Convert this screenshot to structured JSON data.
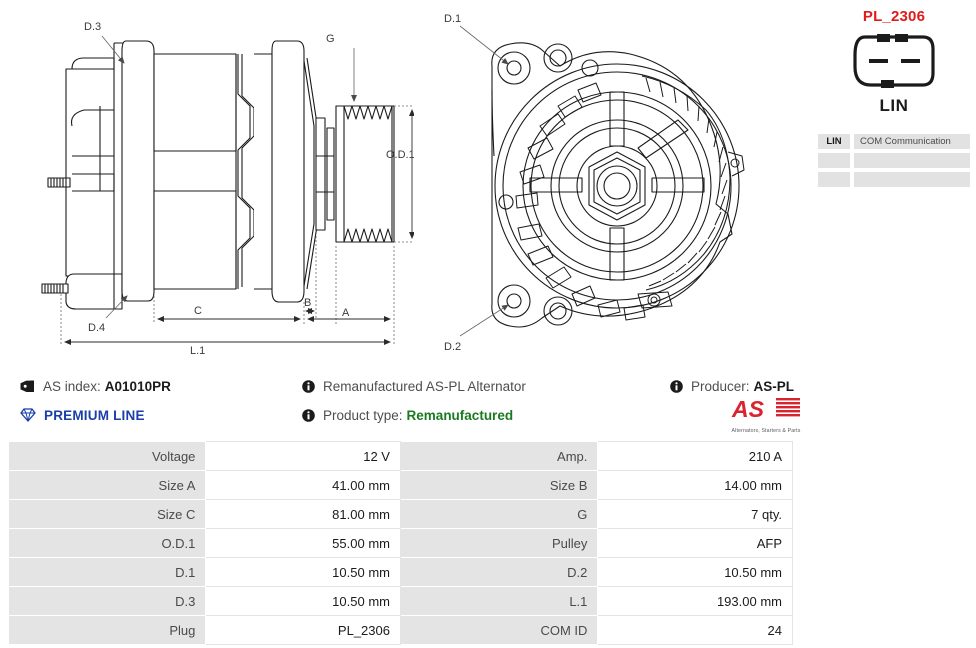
{
  "plug": {
    "code": "PL_2306",
    "name": "LIN",
    "icon": "connector-plug-icon",
    "pins": [
      {
        "key": "LIN",
        "desc": "COM Communication"
      },
      {
        "key": "",
        "desc": ""
      },
      {
        "key": "",
        "desc": ""
      }
    ]
  },
  "info": {
    "as_index_label": "AS index:",
    "as_index_value": "A01010PR",
    "as_index_icon": "tag-icon",
    "premium_label": "PREMIUM LINE",
    "premium_icon": "diamond-icon",
    "description": "Remanufactured AS-PL Alternator",
    "description_icon": "info-icon",
    "product_type_label": "Product type:",
    "product_type_value": "Remanufactured",
    "product_type_icon": "info-icon",
    "producer_label": "Producer:",
    "producer_value": "AS-PL",
    "producer_icon": "info-icon",
    "brand_name": "AS",
    "brand_tagline": "Alternators, Starters & Parts"
  },
  "drawing": {
    "side_view_labels": [
      "D.3",
      "G",
      "O.D.1",
      "D.4",
      "C",
      "B",
      "A",
      "L.1"
    ],
    "front_view_labels": [
      "D.1",
      "D.2"
    ]
  },
  "colors": {
    "accent_red": "#e01b1b",
    "premium_blue": "#1a3fa8",
    "type_green": "#1a7a22",
    "row_gray": "#e4e4e4"
  },
  "spec_table": {
    "rows": [
      {
        "k1": "Voltage",
        "v1": "12 V",
        "k2": "Amp.",
        "v2": "210 A"
      },
      {
        "k1": "Size A",
        "v1": "41.00 mm",
        "k2": "Size B",
        "v2": "14.00 mm"
      },
      {
        "k1": "Size C",
        "v1": "81.00 mm",
        "k2": "G",
        "v2": "7 qty."
      },
      {
        "k1": "O.D.1",
        "v1": "55.00 mm",
        "k2": "Pulley",
        "v2": "AFP"
      },
      {
        "k1": "D.1",
        "v1": "10.50 mm",
        "k2": "D.2",
        "v2": "10.50 mm"
      },
      {
        "k1": "D.3",
        "v1": "10.50 mm",
        "k2": "L.1",
        "v2": "193.00 mm"
      },
      {
        "k1": "Plug",
        "v1": "PL_2306",
        "k2": "COM ID",
        "v2": "24"
      }
    ]
  }
}
